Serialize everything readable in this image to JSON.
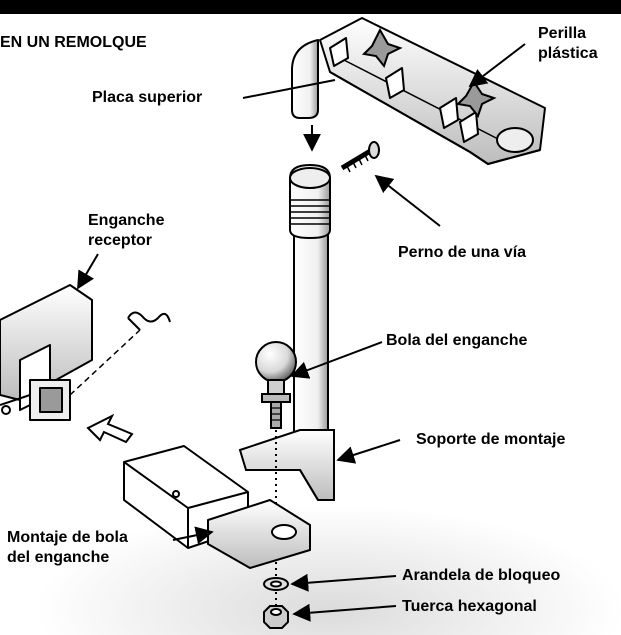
{
  "header": "EN UN REMOLQUE",
  "labels": {
    "perilla": "Perilla\nplástica",
    "placa": "Placa superior",
    "enganche_receptor": "Enganche\nreceptor",
    "perno": "Perno de una vía",
    "bola": "Bola del enganche",
    "soporte": "Soporte de montaje",
    "montaje": "Montaje de bola\ndel enganche",
    "arandela": "Arandela de bloqueo",
    "tuerca": "Tuerca hexagonal"
  }
}
